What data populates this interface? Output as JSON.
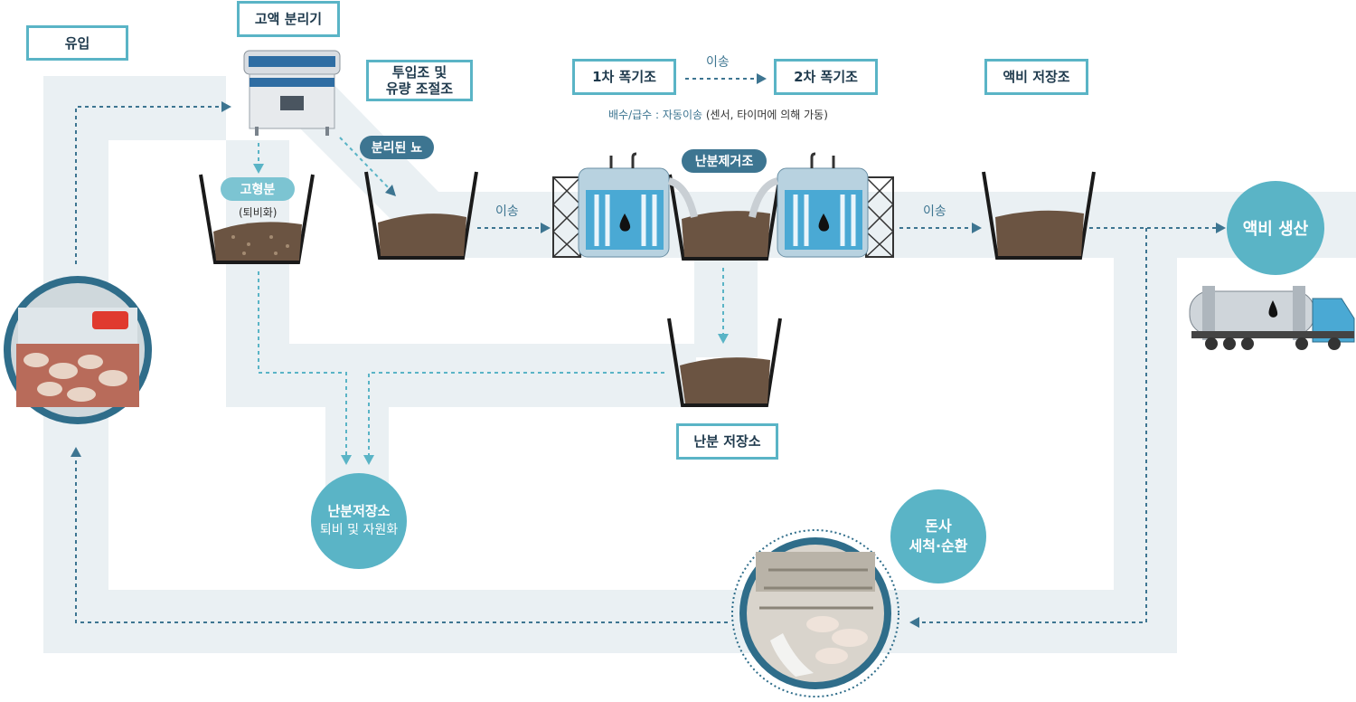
{
  "boxes": {
    "inflow": "유입",
    "separator": "고액 분리기",
    "input_tank_line1": "투입조 및",
    "input_tank_line2": "유량 조절조",
    "aeration1": "1차 폭기조",
    "aeration2": "2차 폭기조",
    "liquid_storage": "액비 저장조",
    "manure_storage": "난분 저장소"
  },
  "pills": {
    "separated_manure": "분리된 뇨",
    "solid": "고형분",
    "sludge_removal": "난분제거조"
  },
  "notes": {
    "compost": "(퇴비화)",
    "drain_supply_colored": "배수/급수 : 자동이송",
    "drain_supply_rest": " (센서, 타이머에 의해 가동)"
  },
  "arrow_labels": {
    "transfer_top": "이송",
    "transfer_left": "이송",
    "transfer_right": "이송"
  },
  "circles": {
    "liquid_fertilizer": "액비 생산",
    "manure_center_line1": "난분저장소",
    "manure_center_line2": "퇴비 및 자원화",
    "barn_line1": "돈사",
    "barn_line2": "세척·순환"
  },
  "colors": {
    "accent": "#5ab4c6",
    "dark_accent": "#3d7591",
    "flow_band": "#eaf0f3",
    "soil": "#6b5442"
  }
}
